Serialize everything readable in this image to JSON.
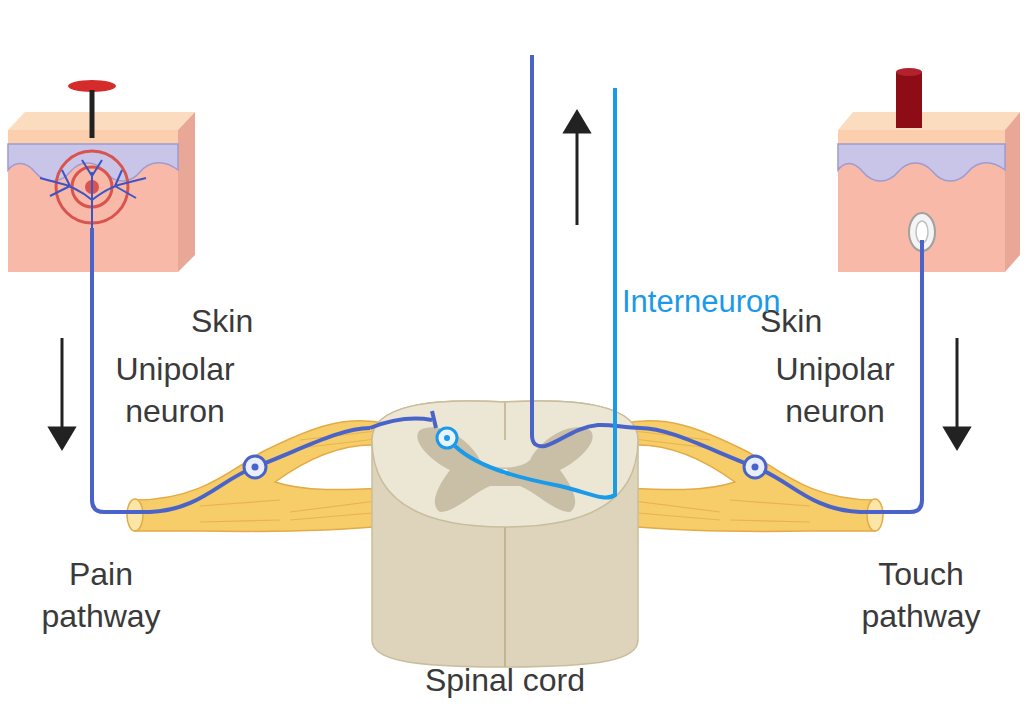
{
  "diagram": {
    "nodes": [
      {
        "text": [
          "Skin"
        ]
      },
      {
        "text": [
          "Skin"
        ]
      },
      {
        "text": [
          "Spinal cord"
        ]
      }
    ],
    "edges": [
      {
        "from": 0,
        "to": 2,
        "arrow": "none",
        "label": "Unipolar neuron"
      },
      {
        "from": 1,
        "to": 2,
        "arrow": "none",
        "label": "Unipolar neuron"
      }
    ],
    "labels": [
      "Interneuron",
      "Pain pathway",
      "Touch pathway"
    ]
  }
}
